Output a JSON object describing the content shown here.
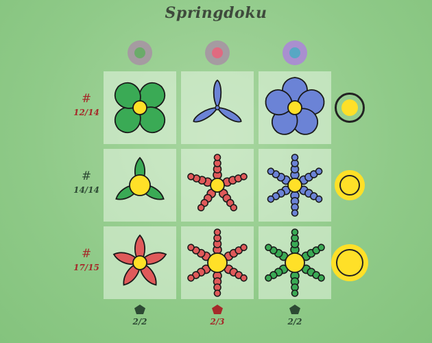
{
  "title": "Springdoku",
  "colors": {
    "green": "#3aaa55",
    "red": "#e05a5a",
    "blue": "#6b83d6",
    "yellow": "#ffe028",
    "outline": "#1a1a1a",
    "ok_text": "#2d4a34",
    "bad_text": "#a52a2a"
  },
  "column_clues": [
    {
      "color": "green",
      "ring": "#a59ba1",
      "center": "#6bab6a"
    },
    {
      "color": "red",
      "ring": "#a59ba1",
      "center": "#e06a80"
    },
    {
      "color": "blue",
      "ring": "#a98fcf",
      "center": "#58a7c4"
    }
  ],
  "row_clues": [
    {
      "symbol": "#",
      "ratio": "12/14",
      "status": "bad"
    },
    {
      "symbol": "#",
      "ratio": "14/14",
      "status": "ok"
    },
    {
      "symbol": "#",
      "ratio": "17/15",
      "status": "bad"
    }
  ],
  "size_clues": [
    {
      "size": "small",
      "style": "dark-ring"
    },
    {
      "size": "medium",
      "style": "yellow-ring"
    },
    {
      "size": "large",
      "style": "yellow-ring"
    }
  ],
  "grid": [
    [
      {
        "color": "green",
        "petals": 4,
        "shape": "wide",
        "center": "small"
      },
      {
        "color": "blue",
        "petals": 3,
        "shape": "thin",
        "center": "none"
      },
      {
        "color": "blue",
        "petals": 5,
        "shape": "wide",
        "center": "small"
      }
    ],
    [
      {
        "color": "green",
        "petals": 3,
        "shape": "pointed",
        "center": "medium"
      },
      {
        "color": "red",
        "petals": 5,
        "shape": "bumpy",
        "center": "small"
      },
      {
        "color": "blue",
        "petals": 6,
        "shape": "bumpy",
        "center": "small"
      }
    ],
    [
      {
        "color": "red",
        "petals": 5,
        "shape": "pointed",
        "center": "small"
      },
      {
        "color": "red",
        "petals": 6,
        "shape": "bumpy",
        "center": "large"
      },
      {
        "color": "green",
        "petals": 6,
        "shape": "bumpy",
        "center": "large"
      }
    ]
  ],
  "footer": [
    {
      "icon": "pentagon-icon",
      "ratio": "2/2",
      "status": "ok"
    },
    {
      "icon": "pentagon-icon",
      "ratio": "2/3",
      "status": "bad"
    },
    {
      "icon": "pentagon-icon",
      "ratio": "2/2",
      "status": "ok"
    }
  ]
}
